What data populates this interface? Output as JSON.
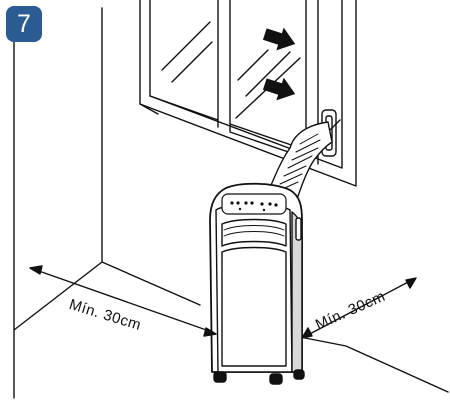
{
  "step_badge": {
    "number": "7",
    "color": "#2a5b93"
  },
  "dimensions": {
    "left_clearance": "Mín. 30cm",
    "right_clearance": "Mín. 30cm"
  },
  "illustration": {
    "subject": "portable air conditioner with exhaust hose to window",
    "icons": [
      "right-arrow-icon",
      "right-arrow-icon"
    ]
  }
}
